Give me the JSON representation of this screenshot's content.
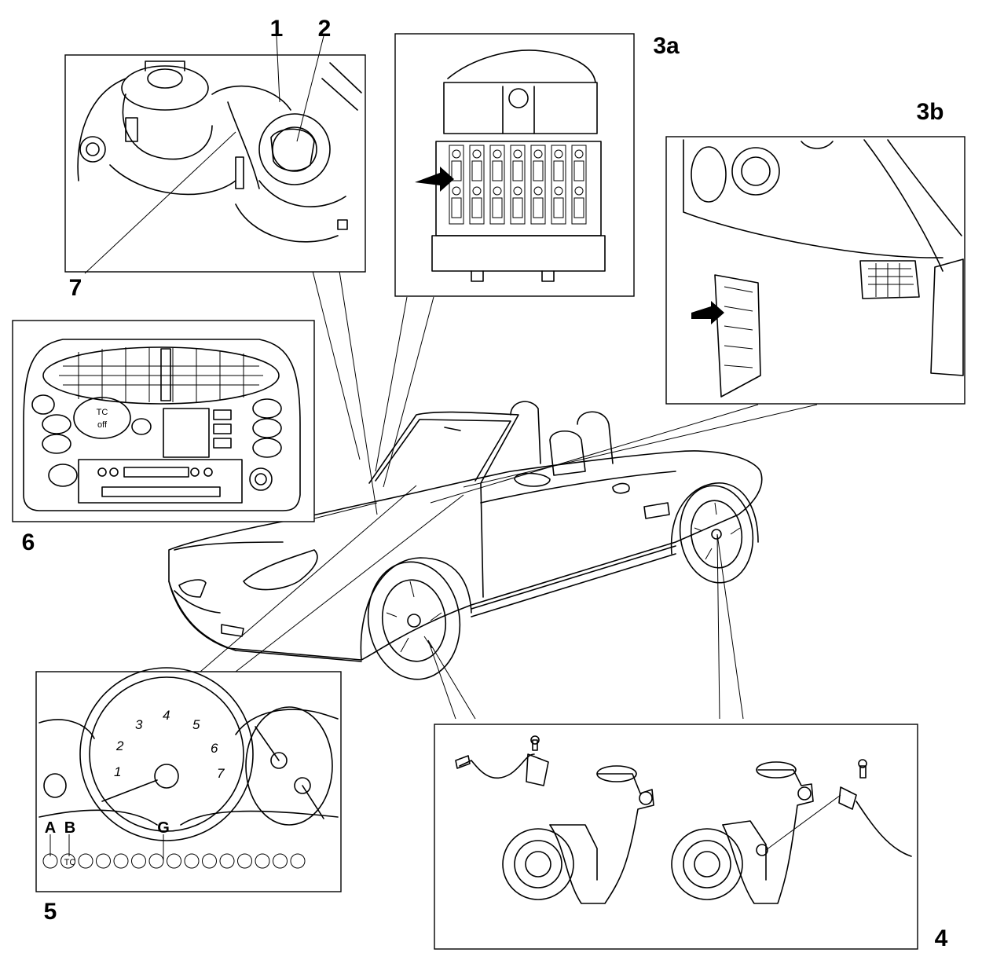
{
  "callouts": {
    "c1": "1",
    "c2": "2",
    "c3a": "3a",
    "c3b": "3b",
    "c4": "4",
    "c5": "5",
    "c6": "6",
    "c7": "7"
  },
  "panel5": {
    "dial_numbers": [
      "1",
      "2",
      "3",
      "4",
      "5",
      "6",
      "7"
    ],
    "lamp_a": "A",
    "lamp_b": "B",
    "lamp_g": "G",
    "lamp_b_text": "TC"
  },
  "panel6": {
    "button_line1": "TC",
    "button_line2": "off"
  }
}
